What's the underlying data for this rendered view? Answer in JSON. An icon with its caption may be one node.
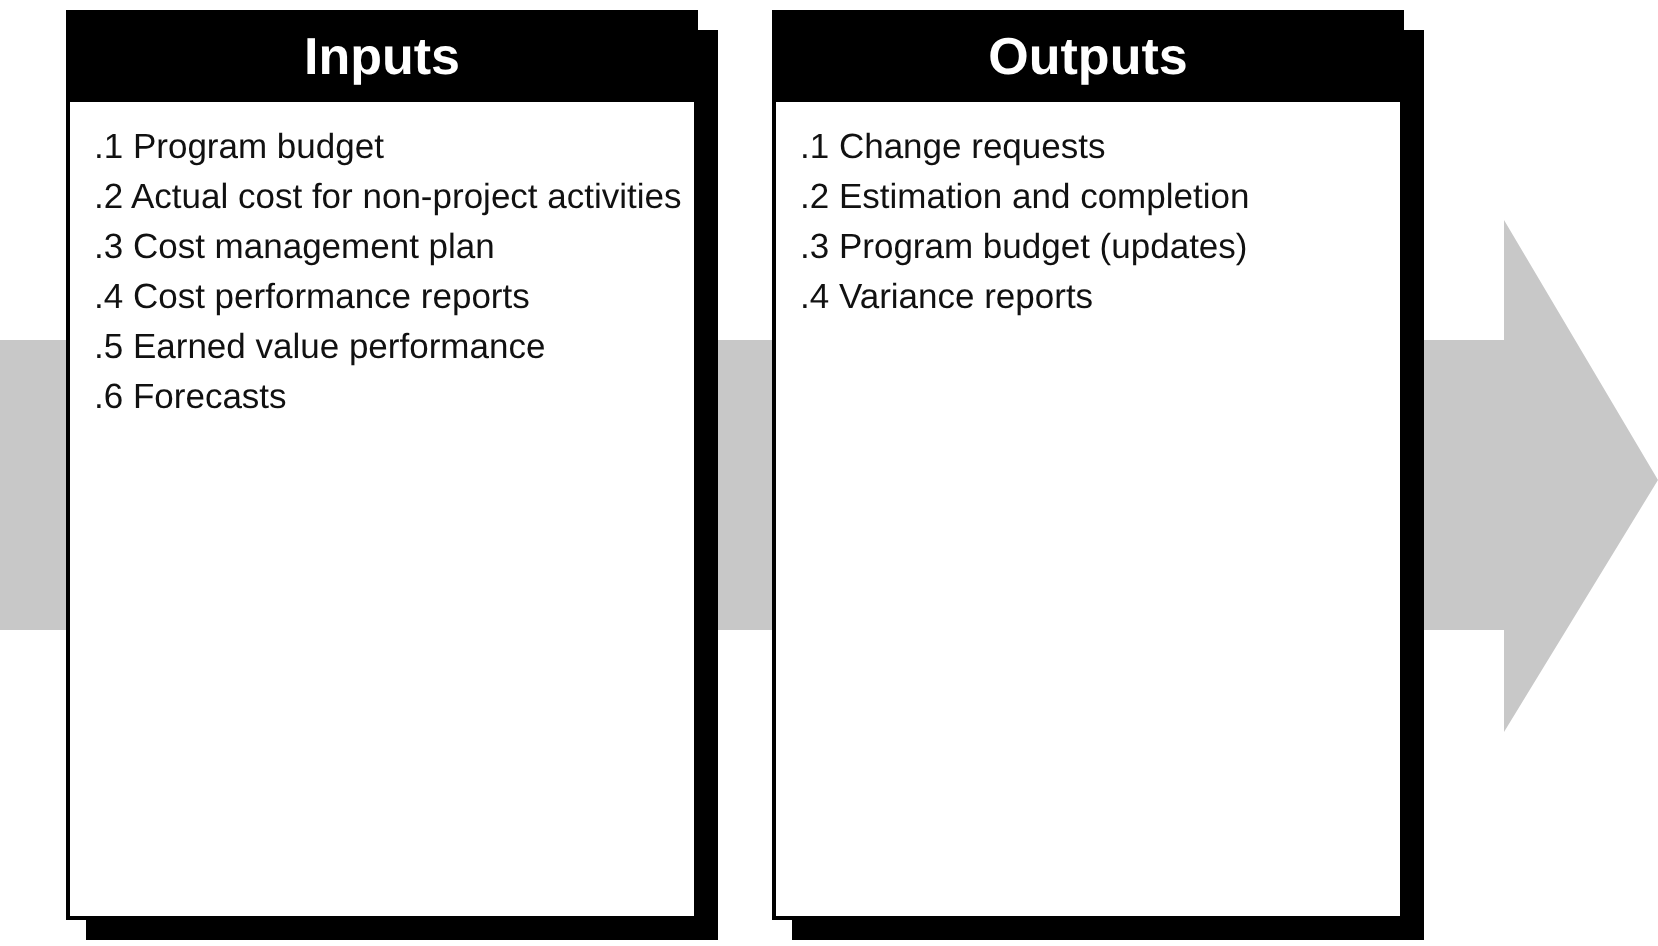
{
  "diagram": {
    "nodes": [
      {
        "text": [
          "Inputs",
          ".1 Program budget",
          ".2 Actual cost for non-project activities",
          ".3 Cost management plan",
          ".4 Cost performance reports",
          ".5 Earned value performance",
          ".6 Forecasts"
        ]
      },
      {
        "text": [
          "Outputs",
          ".1 Change requests",
          ".2 Estimation and completion",
          ".3 Program budget (updates)",
          ".4 Variance reports"
        ]
      }
    ]
  }
}
